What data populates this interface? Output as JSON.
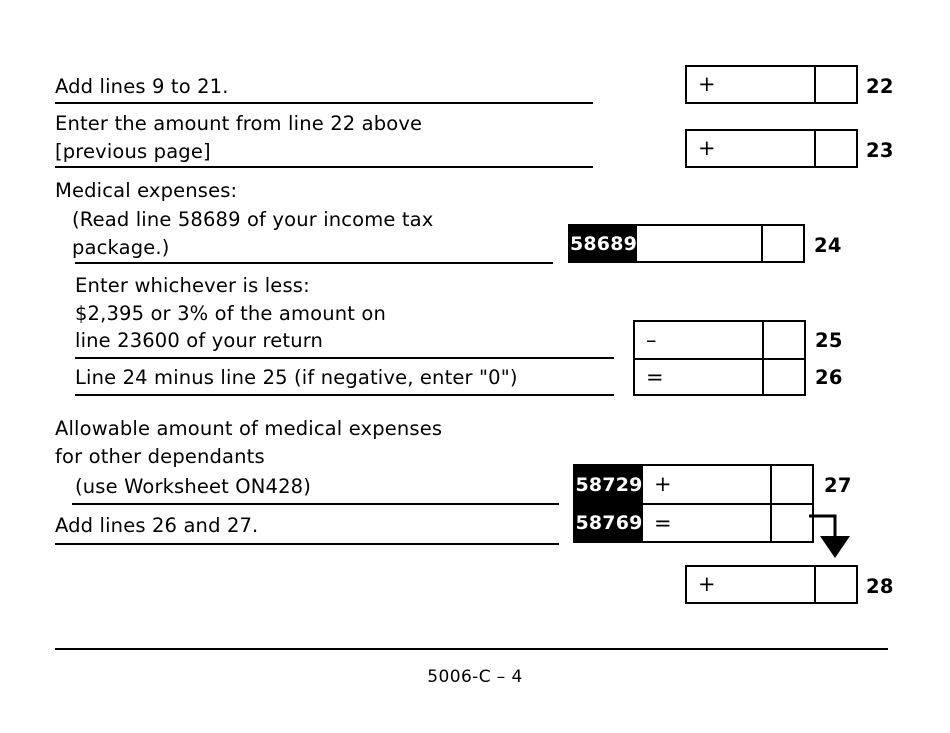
{
  "form": {
    "footer_text": "5006-C – 4"
  },
  "rows": {
    "line22": {
      "label": "Add lines 9 to 21.",
      "operator": "+",
      "number": "22"
    },
    "line23": {
      "label_line1": "Enter the amount from line 22 above",
      "label_line2": "[previous page]",
      "operator": "+",
      "number": "23"
    },
    "medical": {
      "heading": "Medical expenses:",
      "note_line1": "(Read line 58689 of your income tax",
      "note_line2": "package.)",
      "code": "58689",
      "number": "24"
    },
    "line25": {
      "label_prefix": "Enter ",
      "label_bold": "whichever is less",
      "label_suffix": ":",
      "label_line2": "$2,395 or 3% of the amount on",
      "label_line3": "line 23600 of your return",
      "operator": "–",
      "number": "25"
    },
    "line26": {
      "label": "Line 24 minus line 25 (if negative, enter \"0\")",
      "operator": "=",
      "number": "26"
    },
    "line27": {
      "label_line1": "Allowable amount of medical expenses",
      "label_line2": "for other dependants",
      "label_line3": "(use Worksheet ON428)",
      "code": "58729",
      "operator": "+",
      "number": "27"
    },
    "line_total": {
      "label": "Add lines 26 and 27.",
      "code": "58769",
      "operator": "=",
      "number": ""
    },
    "line28": {
      "operator": "+",
      "number": "28"
    }
  }
}
